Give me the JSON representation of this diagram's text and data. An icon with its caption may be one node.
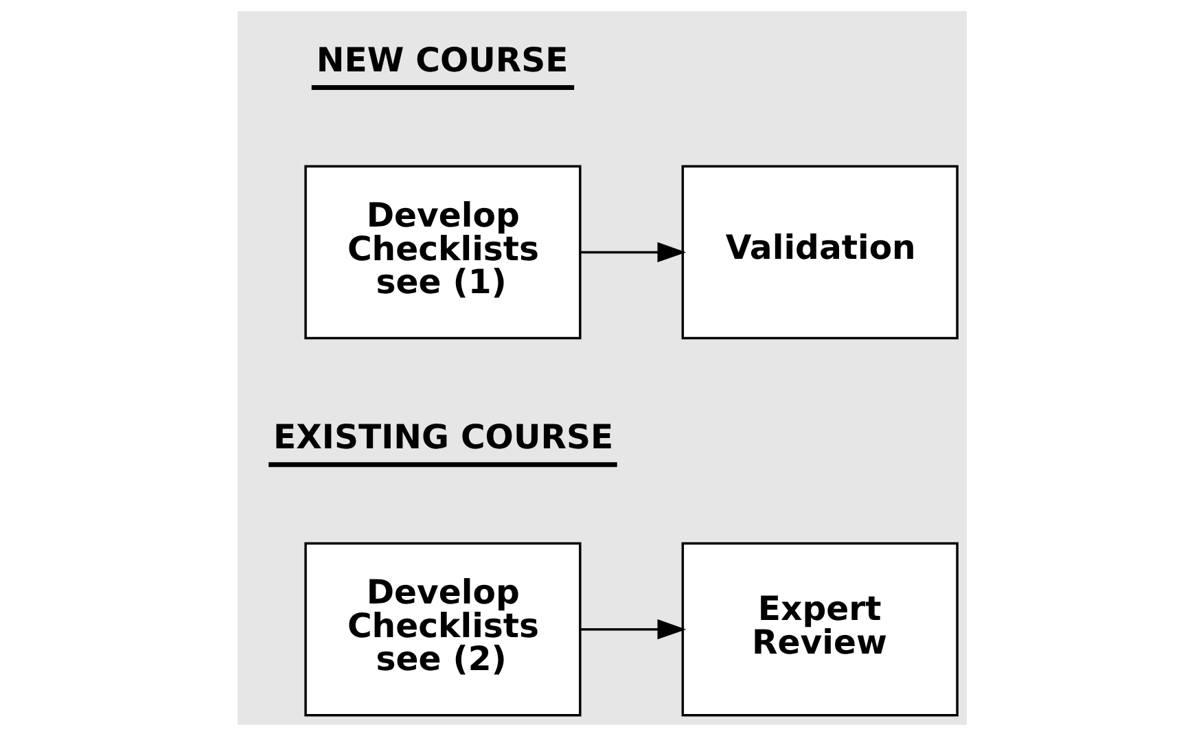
{
  "diagram": {
    "nodes": [
      {
        "text": [
          "Develop Checklists see (1)"
        ]
      },
      {
        "text": [
          "Validation"
        ]
      },
      {
        "text": [
          "Develop Checklists see (2)"
        ]
      },
      {
        "text": [
          "Expert Review"
        ]
      }
    ],
    "edges": [
      {
        "from": 0,
        "to": 1,
        "arrow": "to"
      },
      {
        "from": 2,
        "to": 3,
        "arrow": "to"
      }
    ],
    "labels": [
      "NEW COURSE",
      "EXISTING COURSE"
    ]
  }
}
